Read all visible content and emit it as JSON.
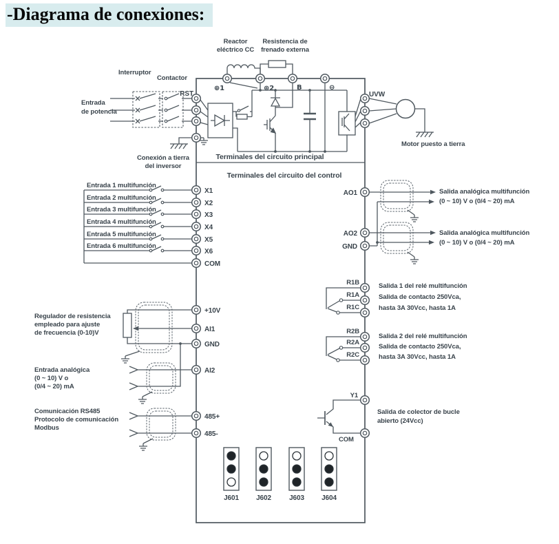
{
  "title": "-Diagrama de conexiones:",
  "colors": {
    "line": "#4f585f",
    "text": "#39434b",
    "title_bg": "#d8ecee",
    "jumper_filled": "#1f2428",
    "jumper_open": "#ffffff"
  },
  "top": {
    "reactor": [
      "Reactor",
      "eléctrico CC"
    ],
    "brake_resistor": [
      "Resistencia de",
      "frenado externa"
    ],
    "interruptor": "Interruptor",
    "contactor": "Contactor",
    "power_input": [
      "Entrada",
      "de potencia"
    ],
    "rst": "RST",
    "dc_terminals": [
      "⊕1",
      "⊕2",
      "B",
      "⊖"
    ],
    "uvw": "UVW",
    "motor_ground": "Motor puesto a tierra",
    "inverter_ground": [
      "Conexión a tierra",
      "del inversor"
    ],
    "main_section_label": "Terminales del circuito principal"
  },
  "control": {
    "section_label": "Terminales del circuito del control",
    "inputs": [
      "Entrada 1 multifunción",
      "Entrada 2 multifunción",
      "Entrada 3 multifunción",
      "Entrada 4 multifunción",
      "Entrada 5 multifunción",
      "Entrada 6 multifunción"
    ],
    "input_terminals": [
      "X1",
      "X2",
      "X3",
      "X4",
      "X5",
      "X6",
      "COM"
    ],
    "analog_terminals": [
      "+10V",
      "AI1",
      "GND",
      "AI2"
    ],
    "comm_terminals": [
      "485+",
      "485-"
    ],
    "pot_label": [
      "Regulador de resistencia",
      "empleado para ajuste",
      "de frecuencia (0-10)V"
    ],
    "analog_in_label": [
      "Entrada analógica",
      "(0 ~ 10) V o",
      "(0/4 ~ 20) mA"
    ],
    "rs485_label": [
      "Comunicación RS485",
      "Protocolo de comunicación",
      "Modbus"
    ],
    "ao_terminals": [
      "AO1",
      "AO2",
      "GND"
    ],
    "ao_label": [
      "Salida analógica multifunción",
      "(0 ~ 10) V o (0/4 ~ 20) mA"
    ],
    "relay1_terminals": [
      "R1B",
      "R1A",
      "R1C"
    ],
    "relay2_terminals": [
      "R2B",
      "R2A",
      "R2C"
    ],
    "relay1_label": [
      "Salida 1 del relé multifunción",
      "Salida de contacto 250Vca,",
      "hasta 3A 30Vcc, hasta 1A"
    ],
    "relay2_label": [
      "Salida 2 del relé multifunción",
      "Salida de contacto 250Vca,",
      "hasta 3A 30Vcc, hasta 1A"
    ],
    "digital_out_terminals": [
      "Y1",
      "COM"
    ],
    "y1_label": [
      "Salida de colector de bucle",
      "abierto (24Vcc)"
    ]
  },
  "jumpers": {
    "items": [
      {
        "label": "J601",
        "dot_fills": [
          "#1f2428",
          "#1f2428",
          "#ffffff"
        ]
      },
      {
        "label": "J602",
        "dot_fills": [
          "#ffffff",
          "#1f2428",
          "#1f2428"
        ]
      },
      {
        "label": "J603",
        "dot_fills": [
          "#ffffff",
          "#1f2428",
          "#1f2428"
        ]
      },
      {
        "label": "J604",
        "dot_fills": [
          "#ffffff",
          "#1f2428",
          "#1f2428"
        ]
      }
    ]
  }
}
